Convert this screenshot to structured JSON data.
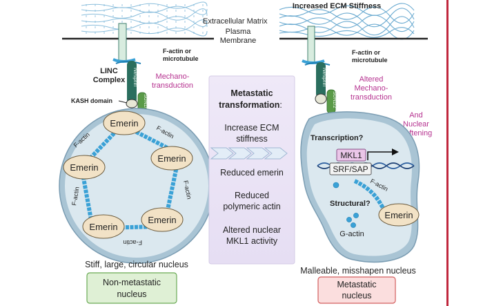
{
  "labels": {
    "ecm_left": "Extracellular Matrix",
    "plasma_membrane_1": "Plasma",
    "plasma_membrane_2": "Membrane",
    "ecm_right": "Increased ECM Stiffness",
    "factin_micro_1": "F-actin or",
    "factin_micro_2": "microtubule",
    "linc_1": "LINC",
    "linc_2": "Complex",
    "kash": "KASH domain",
    "nesprin": "Nesprin",
    "sun": "SUN1/2",
    "mech_left_1": "Mechano-",
    "mech_left_2": "transduction",
    "mech_right_1": "Altered",
    "mech_right_2": "Mechano-",
    "mech_right_3": "transduction",
    "softening_1": "And",
    "softening_2": "Nuclear",
    "softening_3": "Softening",
    "emerin": "Emerin",
    "factin": "F-actin",
    "transcription": "Transcription?",
    "mkl1": "MKL1",
    "srf": "SRF/SAP",
    "structural": "Structural?",
    "gactin": "G-actin",
    "left_caption": "Stiff, large, circular nucleus",
    "right_caption": "Malleable, misshapen nucleus",
    "left_box_1": "Non-metastatic",
    "left_box_2": "nucleus",
    "right_box_1": "Metastatic",
    "right_box_2": "nucleus"
  },
  "center_panel": {
    "title_1": "Metastatic",
    "title_2": "transformation",
    "title_colon": ":",
    "items": [
      {
        "line1": "Increase ECM",
        "line2": "stiffness"
      },
      {
        "line1": "Reduced emerin",
        "line2": ""
      },
      {
        "line1": "Reduced",
        "line2": "polymeric actin"
      },
      {
        "line1": "Altered nuclear",
        "line2": "MKL1 activity"
      }
    ]
  },
  "colors": {
    "magenta": "#b5318f",
    "nesprin": "#2a6e5e",
    "sun": "#5a9a48",
    "actin": "#3aa1d6",
    "emerin_fill": "#f2e2c6",
    "left_box": "#dff0d5",
    "right_box": "#fbdede",
    "panel": "#ece6f6",
    "red_line": "#c0273d"
  }
}
